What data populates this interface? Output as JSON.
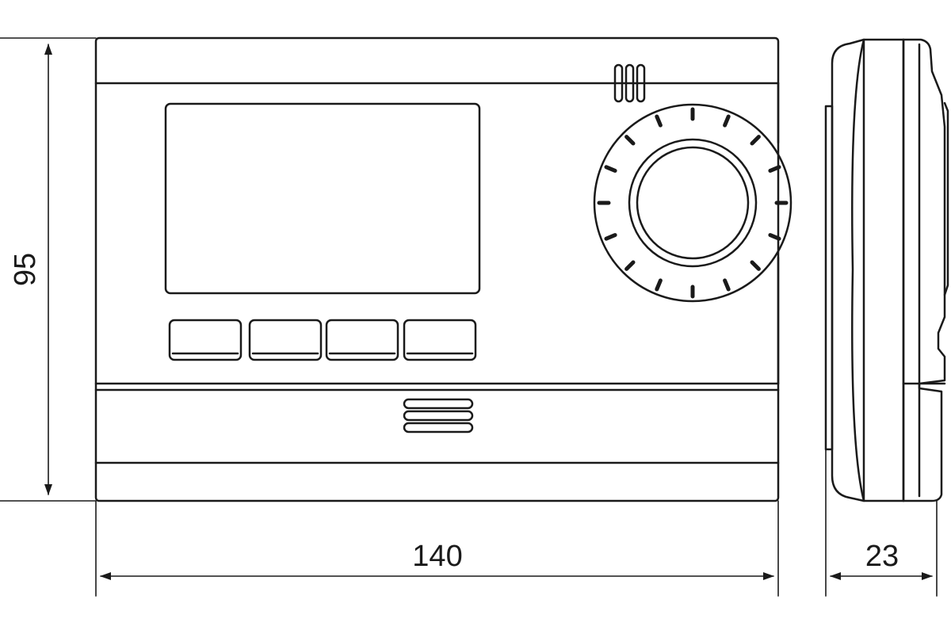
{
  "dimensions": {
    "height_label": "95",
    "width_label": "140",
    "depth_label": "23"
  },
  "device": {
    "button_count": 4,
    "dial_tick_count": 16
  },
  "colors": {
    "stroke": "#1a1a1a",
    "background": "#ffffff"
  }
}
